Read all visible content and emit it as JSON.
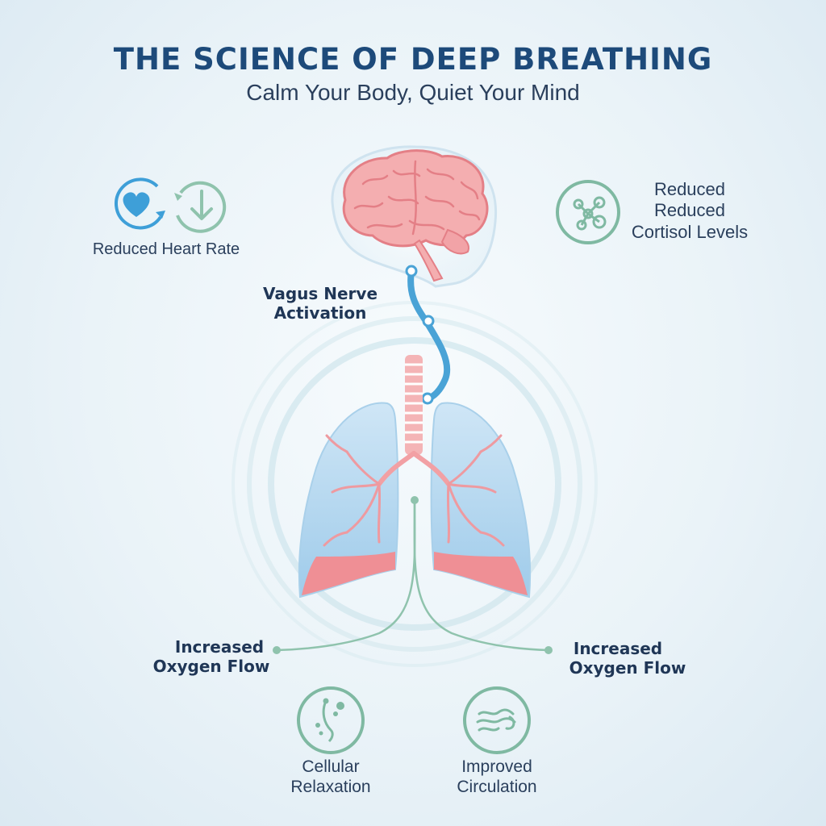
{
  "header": {
    "title": "THE SCIENCE OF DEEP BREATHING",
    "subtitle": "Calm Your Body, Quiet Your Mind"
  },
  "labels": {
    "heart_rate": "Reduced Heart Rate",
    "cortisol_line1": "Reduced",
    "cortisol_line2": "Reduced",
    "cortisol_line3": "Cortisol Levels",
    "vagus_line1": "Vagus Nerve",
    "vagus_line2": "Activation",
    "oxygen_left_line1": "Increased",
    "oxygen_left_line2": "Oxygen Flow",
    "oxygen_right_line1": "Increased",
    "oxygen_right_line2": "Oxygen Flow",
    "cellular_line1": "Cellular",
    "cellular_line2": "Relaxation",
    "circulation_line1": "Improved",
    "circulation_line2": "Circulation"
  },
  "icons": {
    "heart": "heart-icon",
    "down_arrow": "down-arrow-icon",
    "molecule": "molecule-icon",
    "brain": "brain-illustration",
    "lungs": "lungs-illustration",
    "cells": "cells-icon",
    "circulation": "circulation-icon"
  },
  "colors": {
    "title": "#1d4a7a",
    "teal": "#7fb9a2",
    "nerve": "#4aa3d6",
    "brain": "#f3a7a8",
    "lung": "#b9daf0",
    "lung_base": "#ef8f95",
    "heart_blue": "#3e9fd8"
  }
}
